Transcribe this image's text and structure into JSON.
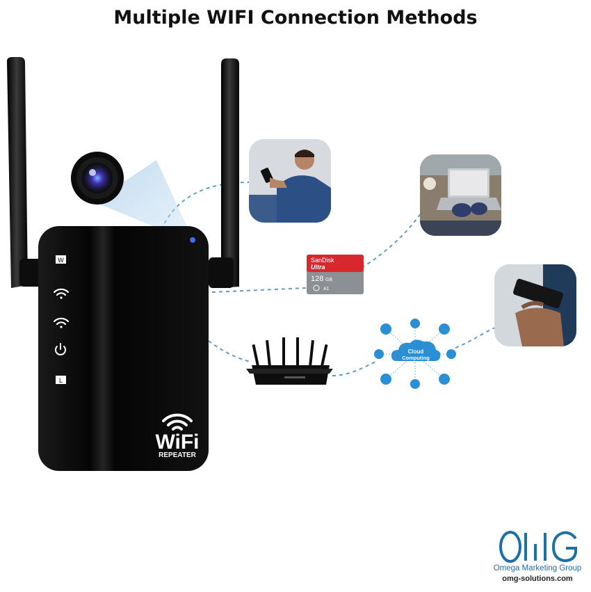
{
  "title": "Multiple WIFI Connection Methods",
  "device": {
    "led_labels": [
      "W",
      "L"
    ],
    "logo_text": "WiFi",
    "logo_subtext": "REPEATER"
  },
  "sd_card": {
    "brand": "SanDisk",
    "line": "Ultra",
    "capacity": "128",
    "unit": "GB",
    "class_marks": "A1"
  },
  "cloud": {
    "label_line1": "Cloud",
    "label_line2": "Computing"
  },
  "branding": {
    "logo": "OMG",
    "company": "Omega Marketing Group",
    "website": "omg-solutions.com"
  },
  "colors": {
    "device_body": "#0b0b0b",
    "dashed_line": "#5b9ec4",
    "cloud_blue": "#2a8fd4",
    "logo_blue": "#1d6fa8",
    "sd_red": "#d7282f"
  }
}
